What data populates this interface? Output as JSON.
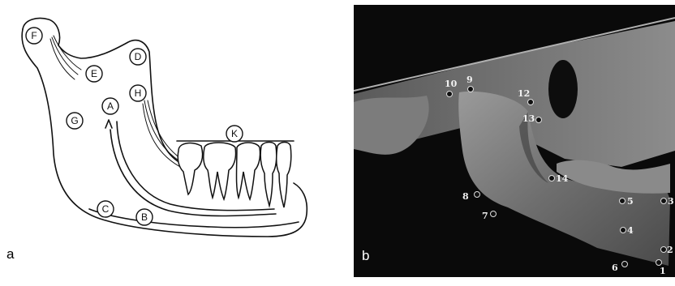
{
  "panel_a": {
    "panel_letter": "a",
    "landmarks": [
      "F",
      "E",
      "D",
      "H",
      "A",
      "G",
      "K",
      "C",
      "B"
    ]
  },
  "panel_b": {
    "panel_letter": "b",
    "landmarks": [
      "10",
      "9",
      "12",
      "13",
      "14",
      "8",
      "7",
      "5",
      "3",
      "4",
      "2",
      "6",
      "1"
    ]
  }
}
